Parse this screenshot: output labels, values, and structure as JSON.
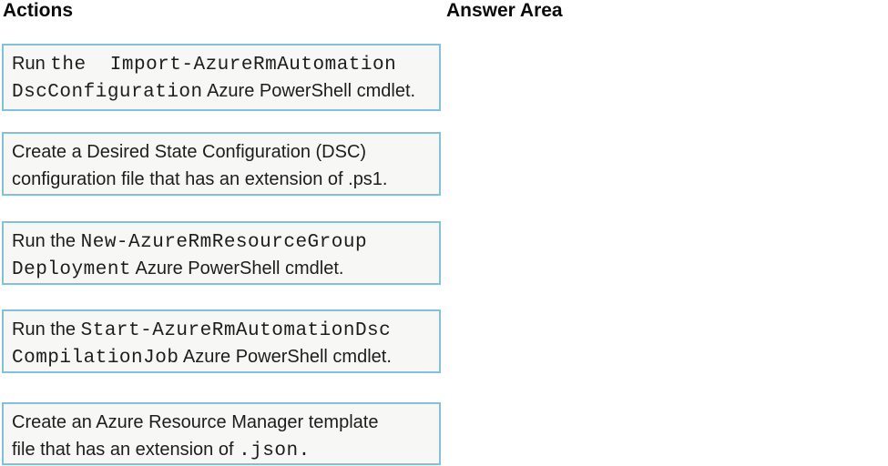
{
  "headings": {
    "actions": "Actions",
    "answer_area": "Answer Area"
  },
  "colors": {
    "box_border": "#82c1d8",
    "box_background": "#f7f7f5",
    "text": "#1d1d1d",
    "page_background": "#ffffff"
  },
  "action_cards": [
    {
      "lines": [
        [
          {
            "text": "Run ",
            "font": "sans"
          },
          {
            "text": "the  Import-AzureRmAutomation",
            "font": "mono"
          }
        ],
        [
          {
            "text": "DscConfiguration",
            "font": "mono"
          },
          {
            "text": " Azure PowerShell cmdlet.",
            "font": "sans"
          }
        ]
      ]
    },
    {
      "lines": [
        [
          {
            "text": "Create a Desired State Configuration (DSC)",
            "font": "sans"
          }
        ],
        [
          {
            "text": "configuration file that has an extension of .ps1.",
            "font": "sans"
          }
        ]
      ]
    },
    {
      "lines": [
        [
          {
            "text": "Run the ",
            "font": "sans"
          },
          {
            "text": "New-AzureRmResourceGroup",
            "font": "mono"
          }
        ],
        [
          {
            "text": "Deployment",
            "font": "mono"
          },
          {
            "text": " Azure PowerShell cmdlet.",
            "font": "sans"
          }
        ]
      ]
    },
    {
      "lines": [
        [
          {
            "text": "Run the ",
            "font": "sans"
          },
          {
            "text": "Start-AzureRmAutomationDsc",
            "font": "mono"
          }
        ],
        [
          {
            "text": "CompilationJob",
            "font": "mono"
          },
          {
            "text": " Azure PowerShell cmdlet.",
            "font": "sans"
          }
        ]
      ]
    },
    {
      "lines": [
        [
          {
            "text": "Create an Azure Resource Manager template",
            "font": "sans"
          }
        ],
        [
          {
            "text": "file that has an extension of ",
            "font": "sans"
          },
          {
            "text": ".json.",
            "font": "mono"
          }
        ]
      ]
    }
  ],
  "answer_area": {
    "items": []
  }
}
